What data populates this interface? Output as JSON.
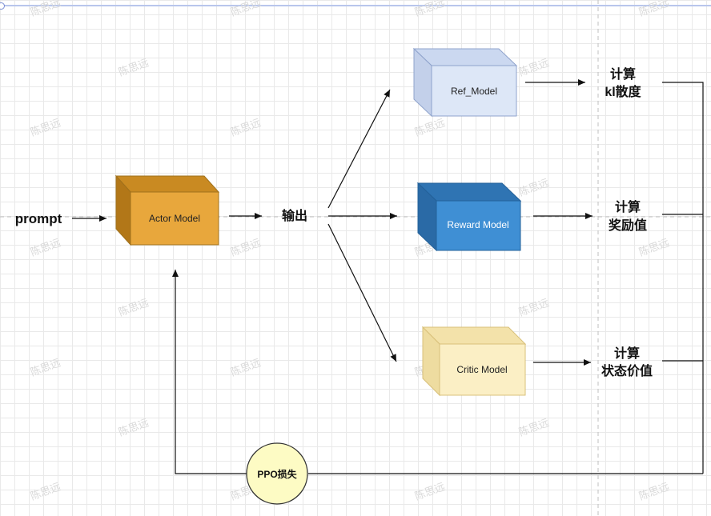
{
  "labels": {
    "prompt": "prompt",
    "output": "输出",
    "kl": [
      "计算",
      "kl散度"
    ],
    "reward": [
      "计算",
      "奖励值"
    ],
    "value": [
      "计算",
      "状态价值"
    ]
  },
  "models": {
    "actor": "Actor Model",
    "ref": "Ref_Model",
    "reward": "Reward Model",
    "critic": "Critic Model"
  },
  "loss": "PPO损失",
  "watermark": "陈思远",
  "colors": {
    "actor": "#e8a73c",
    "ref": "#dde7f7",
    "reward": "#3f8fd4",
    "critic": "#fbefc5",
    "loss": "#fdfbc4"
  }
}
